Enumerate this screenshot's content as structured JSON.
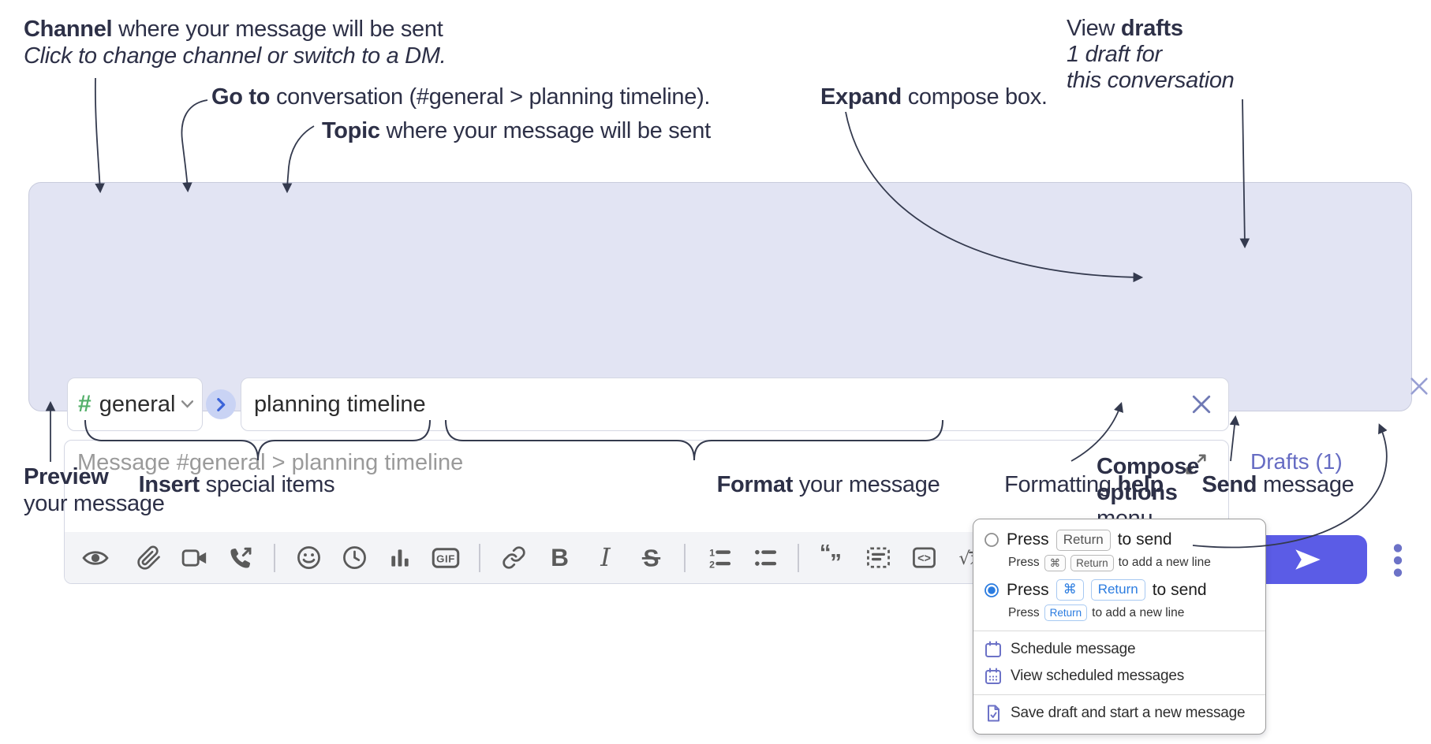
{
  "annotations": {
    "channel": {
      "bold": "Channel",
      "rest": " where your message will be sent",
      "line2": "Click to change channel or switch to a DM."
    },
    "goto": {
      "bold": "Go to",
      "rest": " conversation (#general > planning timeline)."
    },
    "topic": {
      "bold": "Topic",
      "rest": " where your message will be sent"
    },
    "expand": {
      "bold": "Expand",
      "rest": " compose box."
    },
    "drafts": {
      "line1_pre": "View ",
      "line1_bold": "drafts",
      "line2": "1 draft for",
      "line3": "this conversation"
    },
    "preview": {
      "bold": "Preview",
      "line2": "your message"
    },
    "insert": {
      "bold": "Insert",
      "rest": " special items"
    },
    "format": {
      "bold": "Format",
      "rest": " your message"
    },
    "help": {
      "pre": "Formatting ",
      "bold": "help"
    },
    "send": {
      "bold": "Send",
      "rest": " message"
    },
    "compose_options": {
      "line1": "Compose",
      "line2": "options",
      "line3": "menu"
    }
  },
  "compose": {
    "channel": {
      "hash": "#",
      "label": "general"
    },
    "topic_value": "planning timeline",
    "message_placeholder": "Message #general > planning timeline",
    "drafts_link": "Drafts (1)"
  },
  "toolbar": {
    "gif": "GIF",
    "bold": "B",
    "italic": "I",
    "strike": "S",
    "ol1": "1",
    "ol2": "2",
    "quote_open": "“",
    "quote_close": "”",
    "code": "<>",
    "math": "√x",
    "help": "?"
  },
  "popup": {
    "option1": {
      "press": "Press",
      "key1": "Return",
      "suffix": "to send",
      "sub_press": "Press",
      "sub_key1": "⌘",
      "sub_key2": "Return",
      "sub_suffix": "to add a new line"
    },
    "option2": {
      "press": "Press",
      "key1": "⌘",
      "key2": "Return",
      "suffix": "to send",
      "sub_press": "Press",
      "sub_key1": "Return",
      "sub_suffix": "to add a new line"
    },
    "items": [
      {
        "label": "Schedule message"
      },
      {
        "label": "View scheduled messages"
      },
      {
        "label": "Save draft and start a new message"
      }
    ]
  },
  "colors": {
    "compose_bg": "#e2e4f3",
    "send_button": "#5b5ce6",
    "drafts_link": "#666cc3",
    "channel_hash": "#55b06b",
    "goto_chevron": "#3c64d9",
    "radio_selected": "#2b7ce0",
    "menu_icon": "#6c72c7",
    "annotation_text": "#2d3047",
    "toolbar_icon": "#5a5a5a"
  }
}
